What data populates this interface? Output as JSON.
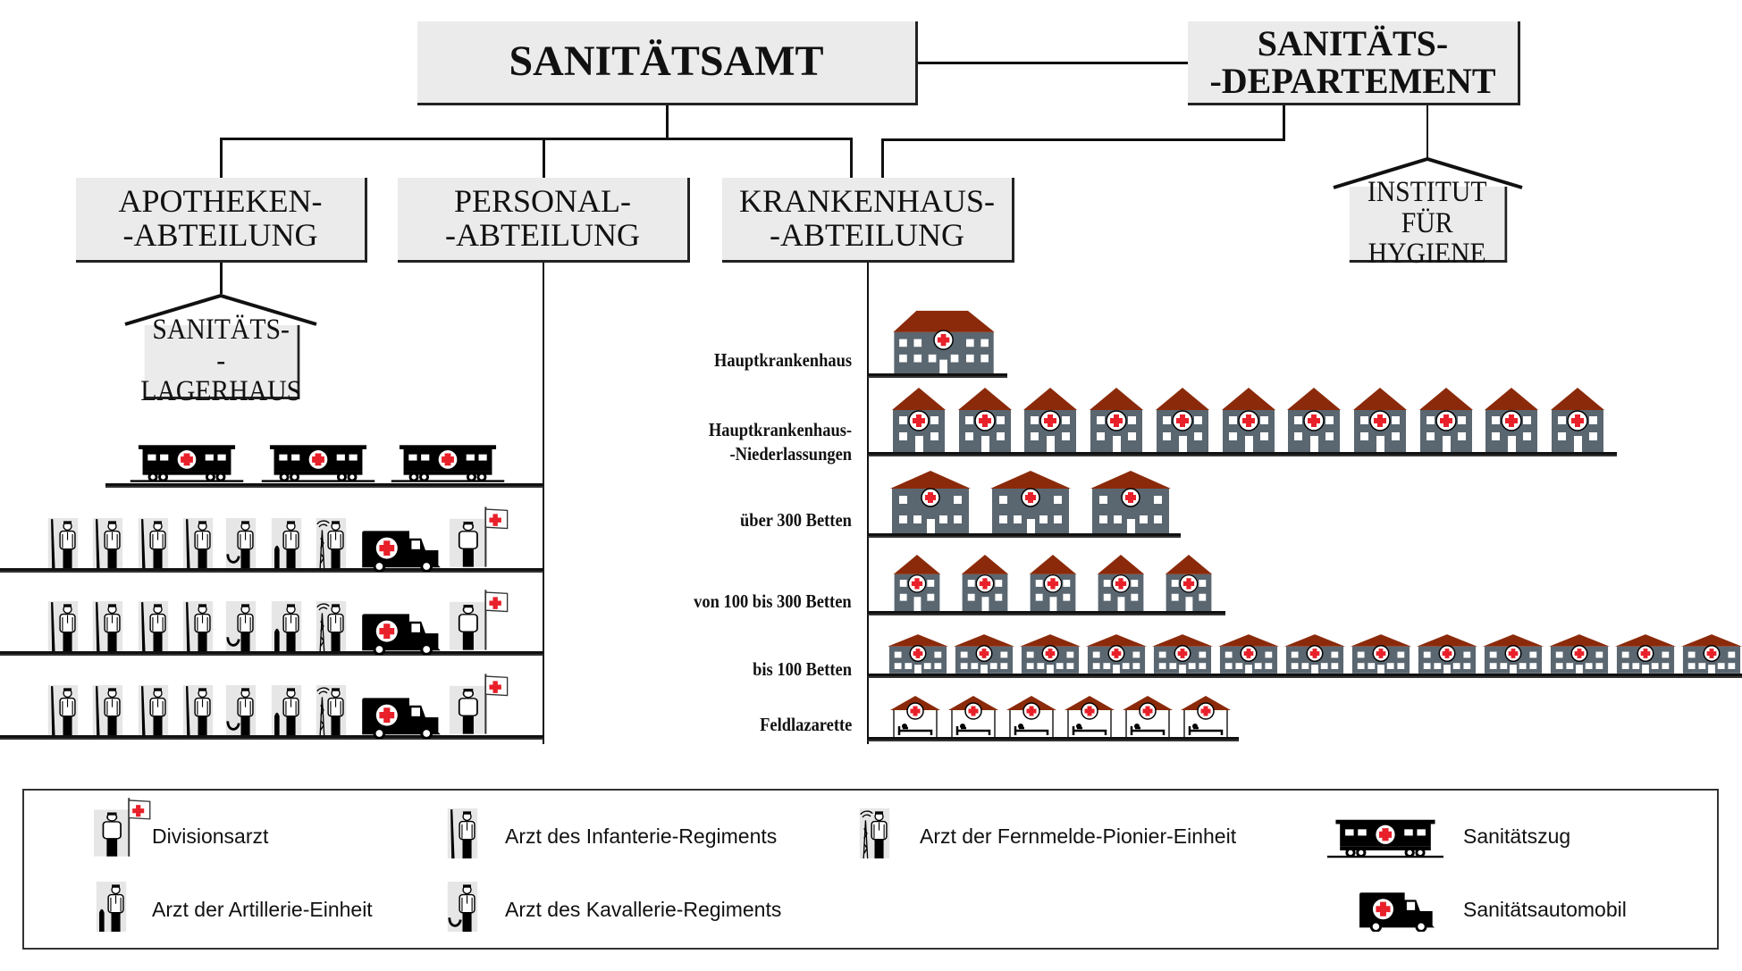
{
  "org": {
    "amt": "SANITÄTSAMT",
    "departement": [
      "SANITÄTS-",
      "-DEPARTEMENT"
    ],
    "apotheken": [
      "APOTHEKEN-",
      "-ABTEILUNG"
    ],
    "personal": [
      "PERSONAL-",
      "-ABTEILUNG"
    ],
    "krankenhaus": [
      "KRANKENHAUS-",
      "-ABTEILUNG"
    ],
    "institut": [
      "INSTITUT",
      "FÜR HYGIENE"
    ],
    "lagerhaus": [
      "SANITÄTS-",
      "-LAGERHAUS"
    ]
  },
  "hospitals": {
    "rows": [
      {
        "label": "Hauptkrankenhaus",
        "count": 1
      },
      {
        "label": "Hauptkrankenhaus-",
        "label2": "-Niederlassungen",
        "count": 11
      },
      {
        "label": "über 300 Betten",
        "count": 3
      },
      {
        "label": "von 100 bis 300 Betten",
        "count": 5
      },
      {
        "label": "bis 100 Betten",
        "count": 13
      },
      {
        "label": "Feldlazarette",
        "count": 6
      }
    ]
  },
  "units": {
    "sanitaetszuege": 3,
    "divisions": 3,
    "division_row": [
      "infantry",
      "infantry",
      "infantry",
      "infantry",
      "cavalry",
      "artillery",
      "signal",
      "ambulance",
      "division"
    ]
  },
  "legend": {
    "divisionsarzt": "Divisionsarzt",
    "infanterie": "Arzt des Infanterie-Regiments",
    "fernmelde": "Arzt der Fernmelde-Pionier-Einheit",
    "zug": "Sanitätszug",
    "artillerie": "Arzt der Artillerie-Einheit",
    "kavallerie": "Arzt des Kavallerie-Regiments",
    "automobil": "Sanitätsautomobil"
  },
  "colors": {
    "roof": "#8b2a0a",
    "wall": "#5a6670",
    "cross": "#e8202a",
    "box": "#ebebeb"
  }
}
